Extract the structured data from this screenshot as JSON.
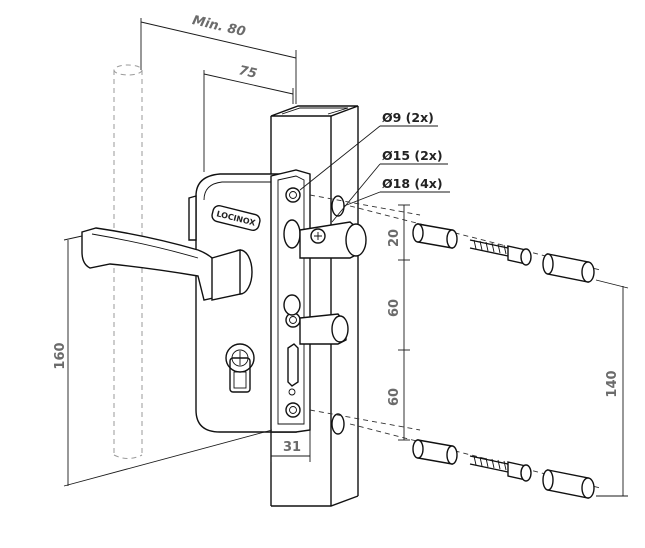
{
  "logo": {
    "text": "LOCINOX"
  },
  "dimensions": {
    "min_80": "Min. 80",
    "d75": "75",
    "d160": "160",
    "d31": "31",
    "d20": "20",
    "d60_upper": "60",
    "d60_lower": "60",
    "d140": "140"
  },
  "callouts": {
    "phi9": "Ø9 (2x)",
    "phi15": "Ø15 (2x)",
    "phi18": "Ø18 (4x)"
  }
}
